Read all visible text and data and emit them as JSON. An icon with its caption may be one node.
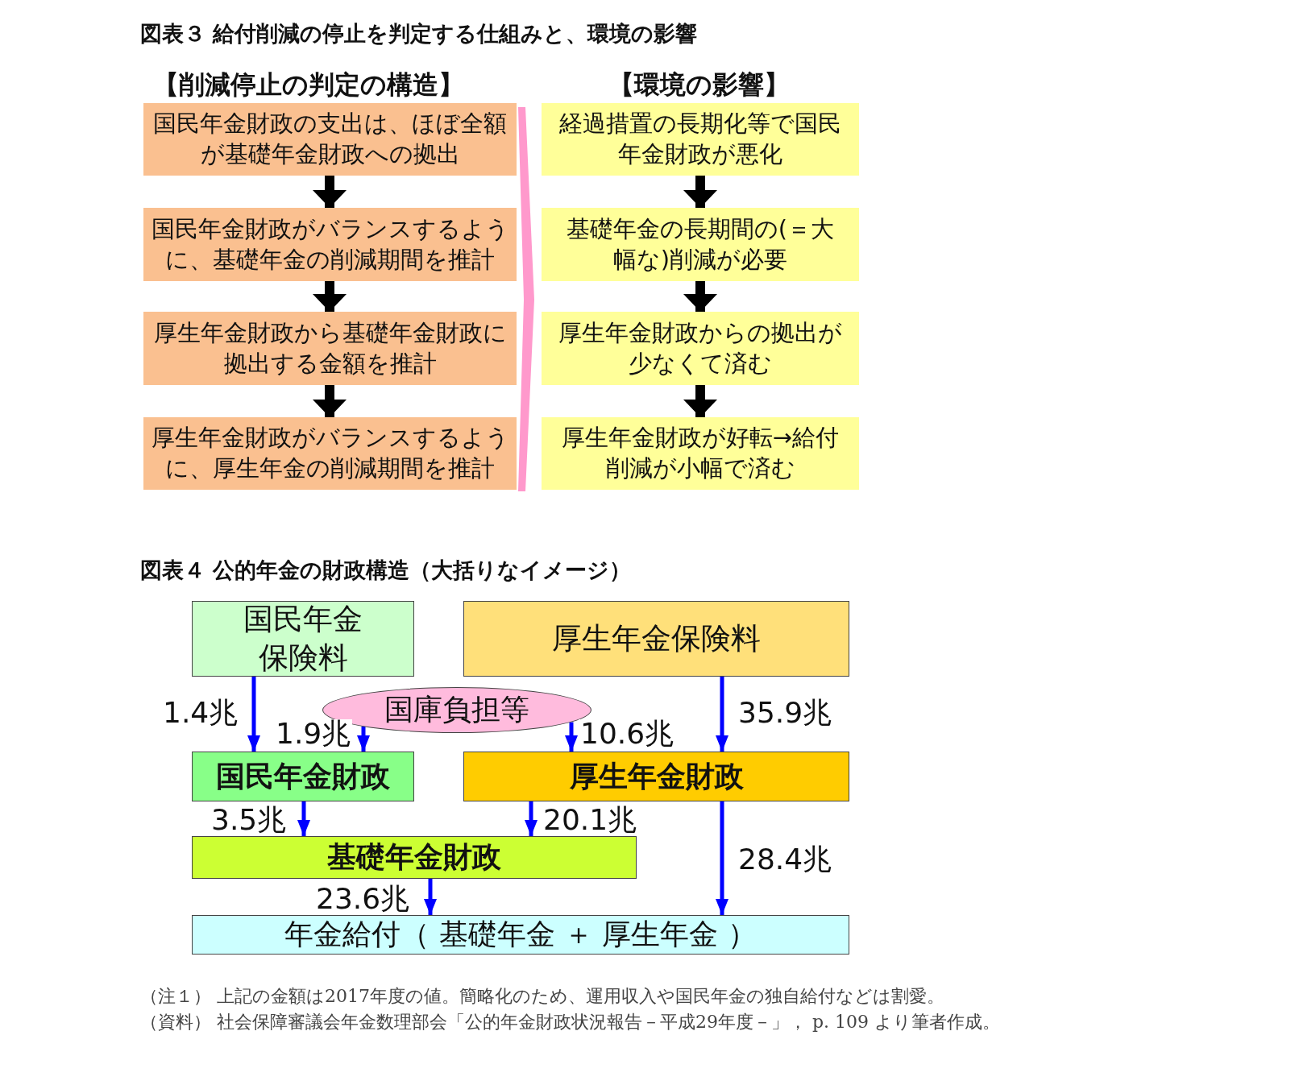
{
  "diagram": {
    "title": "図表３ 給付削減の停止を判定する仕組みと、環境の影響",
    "nodes": [
      {
        "text": [
          "国民年金財政の支出は、ほぼ全額が基礎年金財政への拠出"
        ]
      },
      {
        "text": [
          "国民年金財政がバランスするように、基礎年金の削減期間を推計"
        ]
      },
      {
        "text": [
          "厚生年金財政から基礎年金財政に拠出する金額を推計"
        ]
      },
      {
        "text": [
          "厚生年金財政がバランスするように、厚生年金の削減期間を推計"
        ]
      },
      {
        "text": [
          "経過措置の長期化等で国民年金財政が悪化"
        ]
      },
      {
        "text": [
          "基礎年金の長期間の(＝大幅な)削減が必要"
        ]
      },
      {
        "text": [
          "厚生年金財政からの拠出が少なくて済む"
        ]
      },
      {
        "text": [
          "厚生年金財政が好転→給付削減が小幅で済む"
        ]
      },
      {
        "text": [
          "国民年金保険料"
        ]
      },
      {
        "text": [
          "厚生年金保険料"
        ]
      },
      {
        "text": [
          "国庫負担等"
        ]
      },
      {
        "text": [
          "国民年金財政"
        ]
      },
      {
        "text": [
          "厚生年金財政"
        ]
      },
      {
        "text": [
          "基礎年金財政"
        ]
      },
      {
        "text": [
          "年金給付（ 基礎年金 ＋ 厚生年金 ）"
        ]
      }
    ],
    "edges": [
      {
        "from": 0,
        "to": 1,
        "arrow": "to",
        "style": "thick",
        "color": "#000000"
      },
      {
        "from": 1,
        "to": 2,
        "arrow": "to",
        "style": "thick",
        "color": "#000000"
      },
      {
        "from": 2,
        "to": 3,
        "arrow": "to",
        "style": "thick",
        "color": "#000000"
      },
      {
        "from": 4,
        "to": 5,
        "arrow": "to",
        "style": "thick",
        "color": "#000000"
      },
      {
        "from": 5,
        "to": 6,
        "arrow": "to",
        "style": "thick",
        "color": "#000000"
      },
      {
        "from": 6,
        "to": 7,
        "arrow": "to",
        "style": "thick",
        "color": "#000000"
      },
      {
        "from": 8,
        "to": 11,
        "arrow": "to",
        "label": "1.4兆"
      },
      {
        "from": 10,
        "to": 11,
        "arrow": "to",
        "label": "1.9兆"
      },
      {
        "from": 10,
        "to": 12,
        "arrow": "to",
        "label": "10.6兆"
      },
      {
        "from": 9,
        "to": 12,
        "arrow": "to",
        "label": "35.9兆"
      },
      {
        "from": 11,
        "to": 13,
        "arrow": "to",
        "label": "3.5兆"
      },
      {
        "from": 12,
        "to": 13,
        "arrow": "to",
        "label": "20.1兆"
      },
      {
        "from": 12,
        "to": 14,
        "arrow": "to",
        "label": "28.4兆"
      },
      {
        "from": 13,
        "to": 14,
        "arrow": "to",
        "label": "23.6兆"
      }
    ],
    "labels": [
      "【削減停止の判定の構造】",
      "【環境の影響】",
      "図表４ 公的年金の財政構造（大括りなイメージ）",
      "（注１） 上記の金額は2017年度の値。簡略化のため、運用収入や国民年金の独自給付などは割愛。",
      "（資料） 社会保障審議会年金数理部会「公的年金財政状況報告－平成29年度－」， p. 109 より筆者作成。"
    ]
  }
}
